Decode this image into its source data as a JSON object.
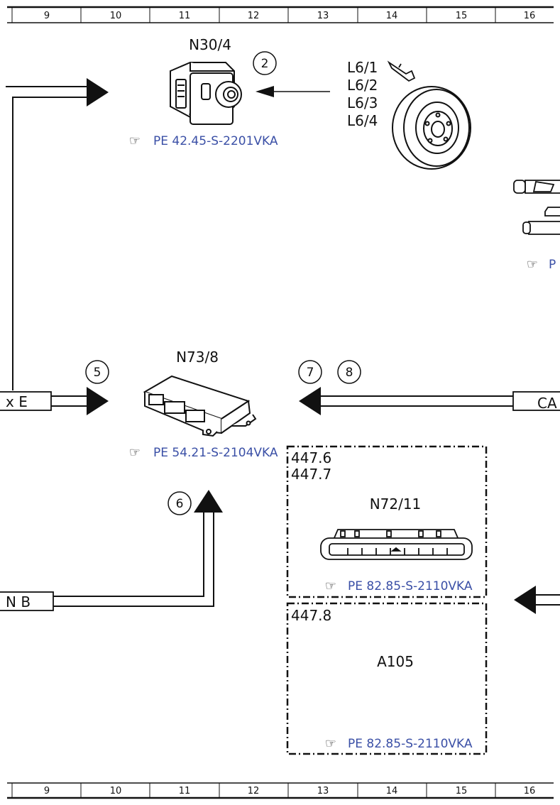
{
  "grid": {
    "columns": [
      "9",
      "10",
      "11",
      "12",
      "13",
      "14",
      "15",
      "16"
    ]
  },
  "components": {
    "n30_4": {
      "label": "N30/4",
      "ref": "PE 42.45-S-2201VKA"
    },
    "l6": {
      "labels": [
        "L6/1",
        "L6/2",
        "L6/3",
        "L6/4"
      ]
    },
    "n73_8": {
      "label": "N73/8",
      "ref": "PE 54.21-S-2104VKA"
    },
    "n72_11": {
      "codes": [
        "447.6",
        "447.7"
      ],
      "label": "N72/11",
      "ref": "PE 82.85-S-2110VKA"
    },
    "a105": {
      "codes": [
        "447.8"
      ],
      "label": "A105",
      "ref": "PE 82.85-S-2110VKA"
    },
    "right_ref": "P"
  },
  "callouts": {
    "c2": "2",
    "c5": "5",
    "c6": "6",
    "c7": "7",
    "c8": "8"
  },
  "connectors": {
    "x_e": "x E",
    "n_b": "N B",
    "ca": "CA"
  },
  "colors": {
    "ref_blue": "#3a4fa6",
    "line": "#111111"
  }
}
